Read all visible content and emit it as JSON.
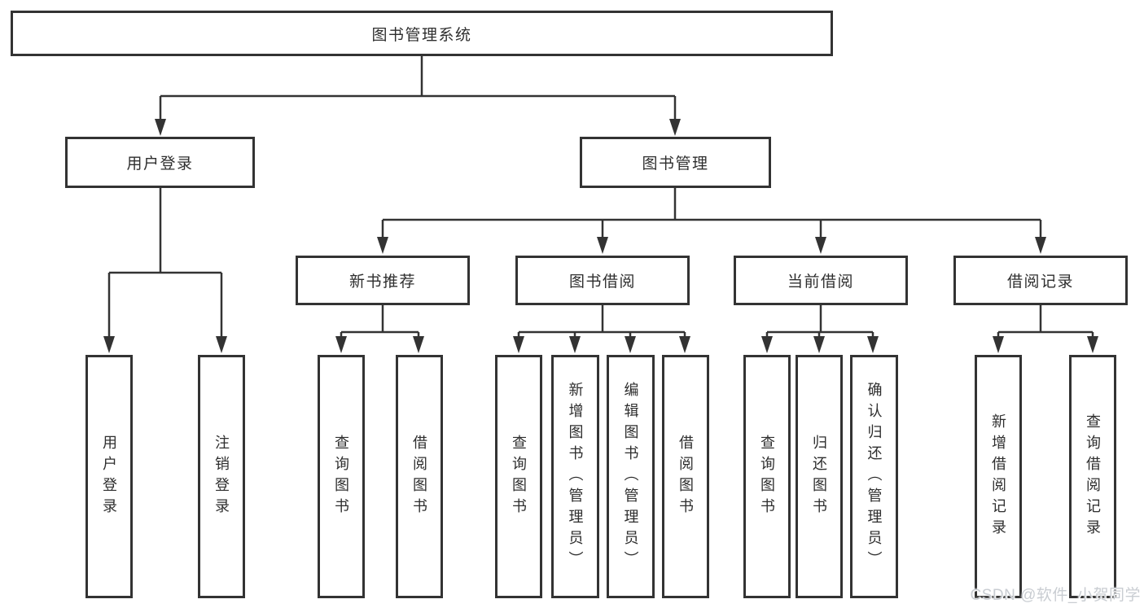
{
  "diagram": {
    "root": {
      "label": "图书管理系统"
    },
    "level2": [
      {
        "label": "用户登录"
      },
      {
        "label": "图书管理"
      }
    ],
    "level3": [
      {
        "label": "新书推荐"
      },
      {
        "label": "图书借阅"
      },
      {
        "label": "当前借阅"
      },
      {
        "label": "借阅记录"
      }
    ],
    "leaves": [
      {
        "label": "用户登录"
      },
      {
        "label": "注销登录"
      },
      {
        "label": "查询图书"
      },
      {
        "label": "借阅图书"
      },
      {
        "label": "查询图书"
      },
      {
        "label": "新增图书（管理员）"
      },
      {
        "label": "编辑图书（管理员）"
      },
      {
        "label": "借阅图书"
      },
      {
        "label": "查询图书"
      },
      {
        "label": "归还图书"
      },
      {
        "label": "确认归还（管理员）"
      },
      {
        "label": "新增借阅记录"
      },
      {
        "label": "查询借阅记录"
      }
    ],
    "colors": {
      "line": "#333333",
      "text": "#2e2e2e",
      "background": "#ffffff",
      "watermark": "#c9cdd2"
    },
    "watermark": "CSDN @软件_小贺同学"
  }
}
